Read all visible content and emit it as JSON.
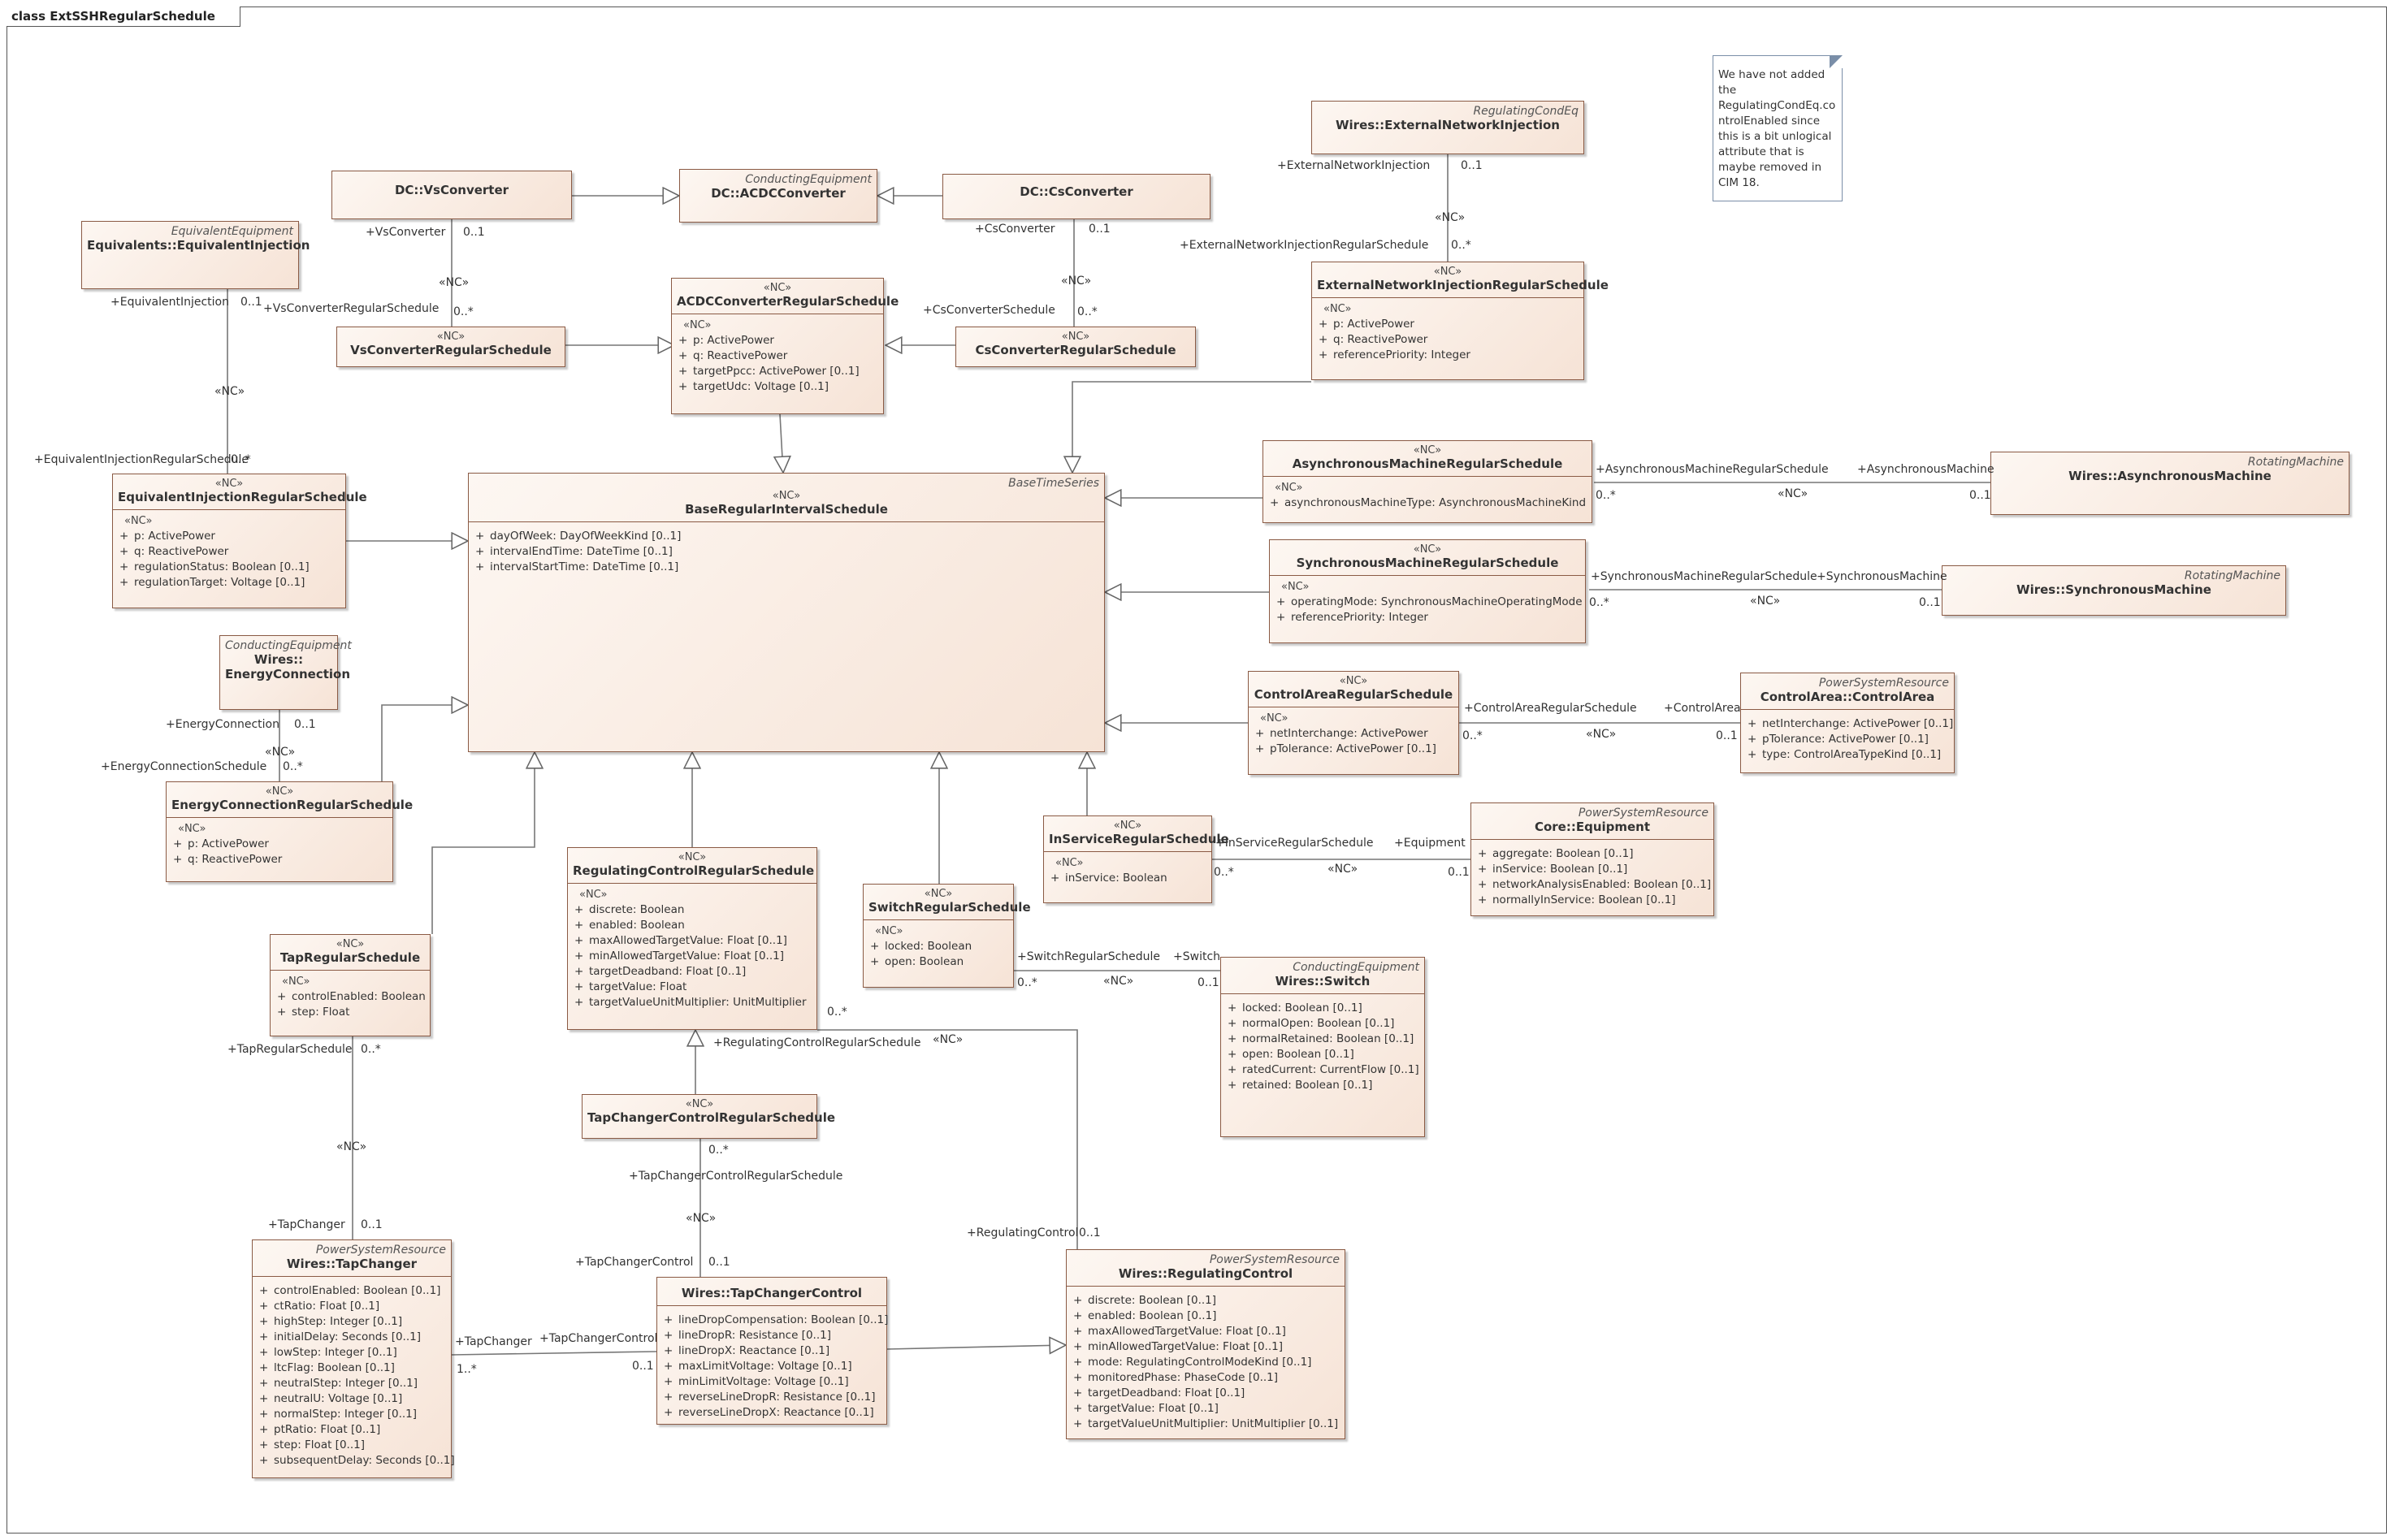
{
  "diagram": {
    "title": "class ExtSSHRegularSchedule"
  },
  "note": {
    "lines": [
      "We have not added",
      "the",
      "RegulatingCondEq.co",
      "ntrolEnabled since",
      "this is a bit unlogical",
      "attribute that is",
      "maybe removed in",
      "CIM 18."
    ]
  },
  "classes": {
    "external_network_injection": {
      "stereotype_parent": "RegulatingCondEq",
      "name": "Wires::ExternalNetworkInjection"
    },
    "dc_vsconverter": {
      "name": "DC::VsConverter"
    },
    "dc_acdcconverter": {
      "stereotype_parent": "ConductingEquipment",
      "name": "DC::ACDCConverter"
    },
    "dc_csconverter": {
      "name": "DC::CsConverter"
    },
    "equivalent_injection": {
      "stereotype_parent": "EquivalentEquipment",
      "name": "Equivalents::EquivalentInjection"
    },
    "acdc_schedule": {
      "stereo": "«NC»",
      "name": "ACDCConverterRegularSchedule",
      "attr_stereo": "«NC»",
      "attrs": [
        "p: ActivePower",
        "q: ReactivePower",
        "targetPpcc: ActivePower [0..1]",
        "targetUdc: Voltage [0..1]"
      ]
    },
    "vs_schedule": {
      "stereo": "«NC»",
      "name": "VsConverterRegularSchedule"
    },
    "cs_schedule": {
      "stereo": "«NC»",
      "name": "CsConverterRegularSchedule"
    },
    "eni_schedule": {
      "stereo": "«NC»",
      "name": "ExternalNetworkInjectionRegularSchedule",
      "attr_stereo": "«NC»",
      "attrs": [
        "p: ActivePower",
        "q: ReactivePower",
        "referencePriority: Integer"
      ]
    },
    "eq_inj_schedule": {
      "stereo": "«NC»",
      "name": "EquivalentInjectionRegularSchedule",
      "attr_stereo": "«NC»",
      "attrs": [
        "p: ActivePower",
        "q: ReactivePower",
        "regulationStatus: Boolean [0..1]",
        "regulationTarget: Voltage [0..1]"
      ]
    },
    "base_schedule": {
      "stereotype_parent": "BaseTimeSeries",
      "stereo": "«NC»",
      "name": "BaseRegularIntervalSchedule",
      "attrs": [
        "dayOfWeek: DayOfWeekKind [0..1]",
        "intervalEndTime: DateTime [0..1]",
        "intervalStartTime: DateTime [0..1]"
      ]
    },
    "async_schedule": {
      "stereo": "«NC»",
      "name": "AsynchronousMachineRegularSchedule",
      "attr_stereo": "«NC»",
      "attrs": [
        "asynchronousMachineType: AsynchronousMachineKind"
      ]
    },
    "async_machine": {
      "stereotype_parent": "RotatingMachine",
      "name": "Wires::AsynchronousMachine"
    },
    "sync_schedule": {
      "stereo": "«NC»",
      "name": "SynchronousMachineRegularSchedule",
      "attr_stereo": "«NC»",
      "attrs": [
        "operatingMode: SynchronousMachineOperatingMode",
        "referencePriority: Integer"
      ]
    },
    "sync_machine": {
      "stereotype_parent": "RotatingMachine",
      "name": "Wires::SynchronousMachine"
    },
    "energy_connection": {
      "stereotype_parent": "ConductingEquipment",
      "name": "Wires::",
      "name2": "EnergyConnection"
    },
    "control_area_schedule": {
      "stereo": "«NC»",
      "name": "ControlAreaRegularSchedule",
      "attr_stereo": "«NC»",
      "attrs": [
        "netInterchange: ActivePower",
        "pTolerance: ActivePower [0..1]"
      ]
    },
    "control_area": {
      "stereotype_parent": "PowerSystemResource",
      "name": "ControlArea::ControlArea",
      "attrs": [
        "netInterchange: ActivePower [0..1]",
        "pTolerance: ActivePower [0..1]",
        "type: ControlAreaTypeKind [0..1]"
      ]
    },
    "energy_conn_schedule": {
      "stereo": "«NC»",
      "name": "EnergyConnectionRegularSchedule",
      "attr_stereo": "«NC»",
      "attrs": [
        "p: ActivePower",
        "q: ReactivePower"
      ]
    },
    "inservice_schedule": {
      "stereo": "«NC»",
      "name": "InServiceRegularSchedule",
      "attr_stereo": "«NC»",
      "attrs": [
        "inService: Boolean"
      ]
    },
    "core_equipment": {
      "stereotype_parent": "PowerSystemResource",
      "name": "Core::Equipment",
      "attrs": [
        "aggregate: Boolean [0..1]",
        "inService: Boolean [0..1]",
        "networkAnalysisEnabled: Boolean [0..1]",
        "normallyInService: Boolean [0..1]"
      ]
    },
    "reg_control_schedule": {
      "stereo": "«NC»",
      "name": "RegulatingControlRegularSchedule",
      "attr_stereo": "«NC»",
      "attrs": [
        "discrete: Boolean",
        "enabled: Boolean",
        "maxAllowedTargetValue: Float [0..1]",
        "minAllowedTargetValue: Float [0..1]",
        "targetDeadband: Float [0..1]",
        "targetValue: Float",
        "targetValueUnitMultiplier: UnitMultiplier"
      ]
    },
    "switch_schedule": {
      "stereo": "«NC»",
      "name": "SwitchRegularSchedule",
      "attr_stereo": "«NC»",
      "attrs": [
        "locked: Boolean",
        "open: Boolean"
      ]
    },
    "tap_schedule": {
      "stereo": "«NC»",
      "name": "TapRegularSchedule",
      "attr_stereo": "«NC»",
      "attrs": [
        "controlEnabled: Boolean",
        "step: Float"
      ]
    },
    "wires_switch": {
      "stereotype_parent": "ConductingEquipment",
      "name": "Wires::Switch",
      "attrs": [
        "locked: Boolean [0..1]",
        "normalOpen: Boolean [0..1]",
        "normalRetained: Boolean [0..1]",
        "open: Boolean [0..1]",
        "ratedCurrent: CurrentFlow [0..1]",
        "retained: Boolean [0..1]"
      ]
    },
    "tcc_schedule": {
      "stereo": "«NC»",
      "name": "TapChangerControlRegularSchedule"
    },
    "tap_changer": {
      "stereotype_parent": "PowerSystemResource",
      "name": "Wires::TapChanger",
      "attrs": [
        "controlEnabled: Boolean [0..1]",
        "ctRatio: Float [0..1]",
        "highStep: Integer [0..1]",
        "initialDelay: Seconds [0..1]",
        "lowStep: Integer [0..1]",
        "ltcFlag: Boolean [0..1]",
        "neutralStep: Integer [0..1]",
        "neutralU: Voltage [0..1]",
        "normalStep: Integer [0..1]",
        "ptRatio: Float [0..1]",
        "step: Float [0..1]",
        "subsequentDelay: Seconds [0..1]"
      ]
    },
    "tap_changer_control": {
      "name": "Wires::TapChangerControl",
      "attrs": [
        "lineDropCompensation: Boolean [0..1]",
        "lineDropR: Resistance [0..1]",
        "lineDropX: Reactance [0..1]",
        "maxLimitVoltage: Voltage [0..1]",
        "minLimitVoltage: Voltage [0..1]",
        "reverseLineDropR: Resistance [0..1]",
        "reverseLineDropX: Reactance [0..1]"
      ]
    },
    "regulating_control": {
      "stereotype_parent": "PowerSystemResource",
      "name": "Wires::RegulatingControl",
      "attrs": [
        "discrete: Boolean [0..1]",
        "enabled: Boolean [0..1]",
        "maxAllowedTargetValue: Float [0..1]",
        "minAllowedTargetValue: Float [0..1]",
        "mode: RegulatingControlModeKind [0..1]",
        "monitoredPhase: PhaseCode [0..1]",
        "targetDeadband: Float [0..1]",
        "targetValue: Float [0..1]",
        "targetValueUnitMultiplier: UnitMultiplier [0..1]"
      ]
    }
  },
  "labels": {
    "eni_role": "+ExternalNetworkInjection",
    "eni_mult": "0..1",
    "eni_nc": "«NC»",
    "enis_mult": "0..*",
    "enis_role": "+ExternalNetworkInjectionRegularSchedule",
    "vs_role": "+VsConverter",
    "vs_mult": "0..1",
    "vs_nc": "«NC»",
    "vss_mult": "0..*",
    "vss_role": "+VsConverterRegularSchedule",
    "cs_role": "+CsConverter",
    "cs_mult": "0..1",
    "cs_nc": "«NC»",
    "css_mult": "0..*",
    "css_role": "+CsConverterSchedule",
    "ei_role": "+EquivalentInjection",
    "ei_mult": "0..1",
    "ei_nc": "«NC»",
    "eis_role": "+EquivalentInjectionRegularSchedule",
    "eis_mult": "0..*",
    "asyncs_role": "+AsynchronousMachineRegularSchedule",
    "async_role": "+AsynchronousMachine",
    "asyncs_mult": "0..*",
    "async_nc": "«NC»",
    "async_mult": "0..1",
    "syncs_role": "+SynchronousMachineRegularSchedule",
    "sync_role": "+SynchronousMachine",
    "syncs_mult": "0..*",
    "sync_nc": "«NC»",
    "sync_mult": "0..1",
    "cas_role": "+ControlAreaRegularSchedule",
    "ca_role": "+ControlArea",
    "cas_mult": "0..*",
    "ca_nc": "«NC»",
    "ca_mult": "0..1",
    "ec_role": "+EnergyConnection",
    "ec_mult": "0..1",
    "ec_nc": "«NC»",
    "ecs_role": "+EnergyConnectionSchedule",
    "ecs_mult": "0..*",
    "iss_role": "+InServiceRegularSchedule",
    "eq_role": "+Equipment",
    "iss_mult": "0..*",
    "eq_nc": "«NC»",
    "eq_mult": "0..1",
    "sws_role": "+SwitchRegularSchedule",
    "sw_role": "+Switch",
    "sws_mult": "0..*",
    "sw_nc": "«NC»",
    "sw_mult": "0..1",
    "rcs_mult": "0..*",
    "rcs_role": "+RegulatingControlRegularSchedule",
    "rc_nc": "«NC»",
    "rc_role": "+RegulatingControl",
    "rc_mult": "0..1",
    "tps_role": "+TapRegularSchedule",
    "tps_mult": "0..*",
    "tp_nc": "«NC»",
    "tp_role": "+TapChanger",
    "tp_mult": "0..1",
    "tccs_mult": "0..*",
    "tccs_role": "+TapChangerControlRegularSchedule",
    "tcc_nc": "«NC»",
    "tcc_role": "+TapChangerControl",
    "tcc_mult": "0..1",
    "tc_role": "+TapChanger",
    "tc_mult": "1..*",
    "tcc2_role": "+TapChangerControl",
    "tcc2_mult": "0..1"
  }
}
